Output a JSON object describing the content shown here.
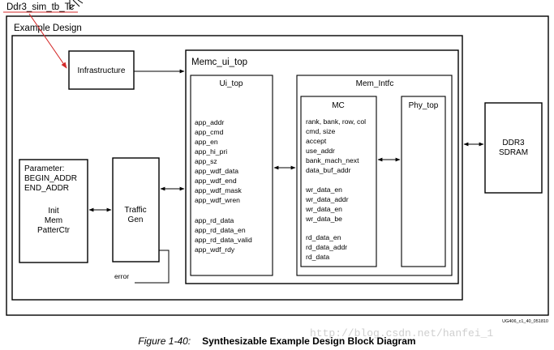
{
  "header": {
    "sim_tag": "Ddr3_sim_tb_Tc"
  },
  "example_design": {
    "label": "Example Design"
  },
  "infrastructure": {
    "label": "Infrastructure"
  },
  "memc_ui_top": {
    "label": "Memc_ui_top"
  },
  "ui_top": {
    "label": "Ui_top",
    "signals_group1": [
      "app_addr",
      "app_cmd",
      "app_en",
      "app_hi_pri",
      "app_sz",
      "app_wdf_data",
      "app_wdf_end",
      "app_wdf_mask",
      "app_wdf_wren"
    ],
    "signals_group2": [
      "app_rd_data",
      "app_rd_data_en",
      "app_rd_data_valid",
      "app_wdf_rdy"
    ]
  },
  "mem_intfc": {
    "label": "Mem_Intfc"
  },
  "mc": {
    "label": "MC",
    "signals_group1": [
      "rank, bank, row, col",
      "cmd, size",
      "accept",
      "use_addr",
      "bank_mach_next",
      "data_buf_addr"
    ],
    "signals_group2": [
      "wr_data_en",
      "wr_data_addr",
      "wr_data_en",
      "wr_data_be"
    ],
    "signals_group3": [
      "rd_data_en",
      "rd_data_addr",
      "rd_data"
    ]
  },
  "phy_top": {
    "label": "Phy_top"
  },
  "ddr3_sdram": {
    "line1": "DDR3",
    "line2": "SDRAM"
  },
  "parameter_block": {
    "line1": "Parameter:",
    "line2": "BEGIN_ADDR",
    "line3": "END_ADDR",
    "line4": "Init",
    "line5": "Mem",
    "line6": "PatterCtr"
  },
  "traffic_gen": {
    "line1": "Traffic",
    "line2": "Gen"
  },
  "error_label": "error",
  "figure_id": "UG406_c1_40_051810",
  "caption": {
    "figure": "Figure 1-40:",
    "title": "Synthesizable Example Design Block Diagram"
  },
  "watermark": "http://blog.csdn.net/hanfei_1"
}
